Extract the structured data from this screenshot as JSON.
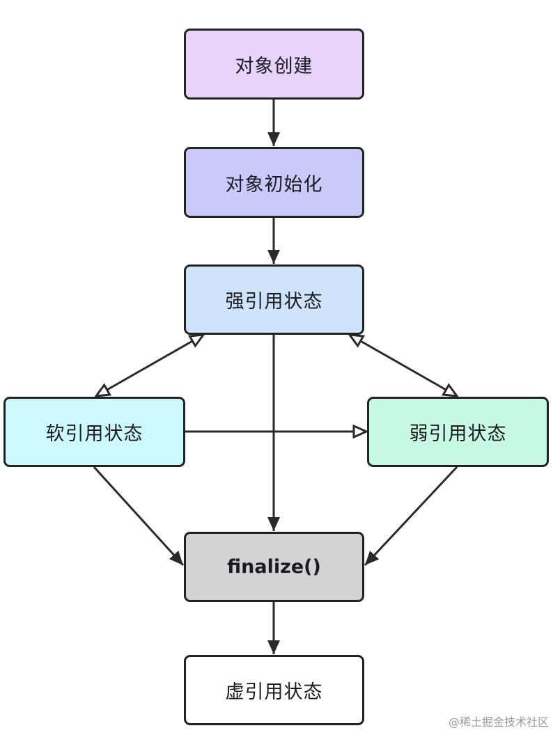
{
  "diagram": {
    "nodes": [
      {
        "id": "create",
        "label": "对象创建",
        "fill": "#e8d3fb"
      },
      {
        "id": "init",
        "label": "对象初始化",
        "fill": "#cac9f9"
      },
      {
        "id": "strong",
        "label": "强引用状态",
        "fill": "#cfe4fb"
      },
      {
        "id": "soft",
        "label": "软引用状态",
        "fill": "#cdf9fd"
      },
      {
        "id": "weak",
        "label": "弱引用状态",
        "fill": "#c8f9e4"
      },
      {
        "id": "final",
        "label": "finalize()",
        "fill": "#d3d3d3"
      },
      {
        "id": "phantom",
        "label": "虚引用状态",
        "fill": "#ffffff"
      }
    ],
    "edges": [
      {
        "from": "create",
        "to": "init",
        "head": "filled"
      },
      {
        "from": "init",
        "to": "strong",
        "head": "filled"
      },
      {
        "from": "strong",
        "to": "soft",
        "head": "open",
        "bidirectional": true
      },
      {
        "from": "strong",
        "to": "weak",
        "head": "open",
        "bidirectional": true
      },
      {
        "from": "soft",
        "to": "weak",
        "head": "open"
      },
      {
        "from": "strong",
        "to": "final",
        "head": "filled"
      },
      {
        "from": "soft",
        "to": "final",
        "head": "filled"
      },
      {
        "from": "weak",
        "to": "final",
        "head": "filled"
      },
      {
        "from": "final",
        "to": "phantom",
        "head": "filled"
      }
    ]
  },
  "watermark": "@稀土掘金技术社区"
}
